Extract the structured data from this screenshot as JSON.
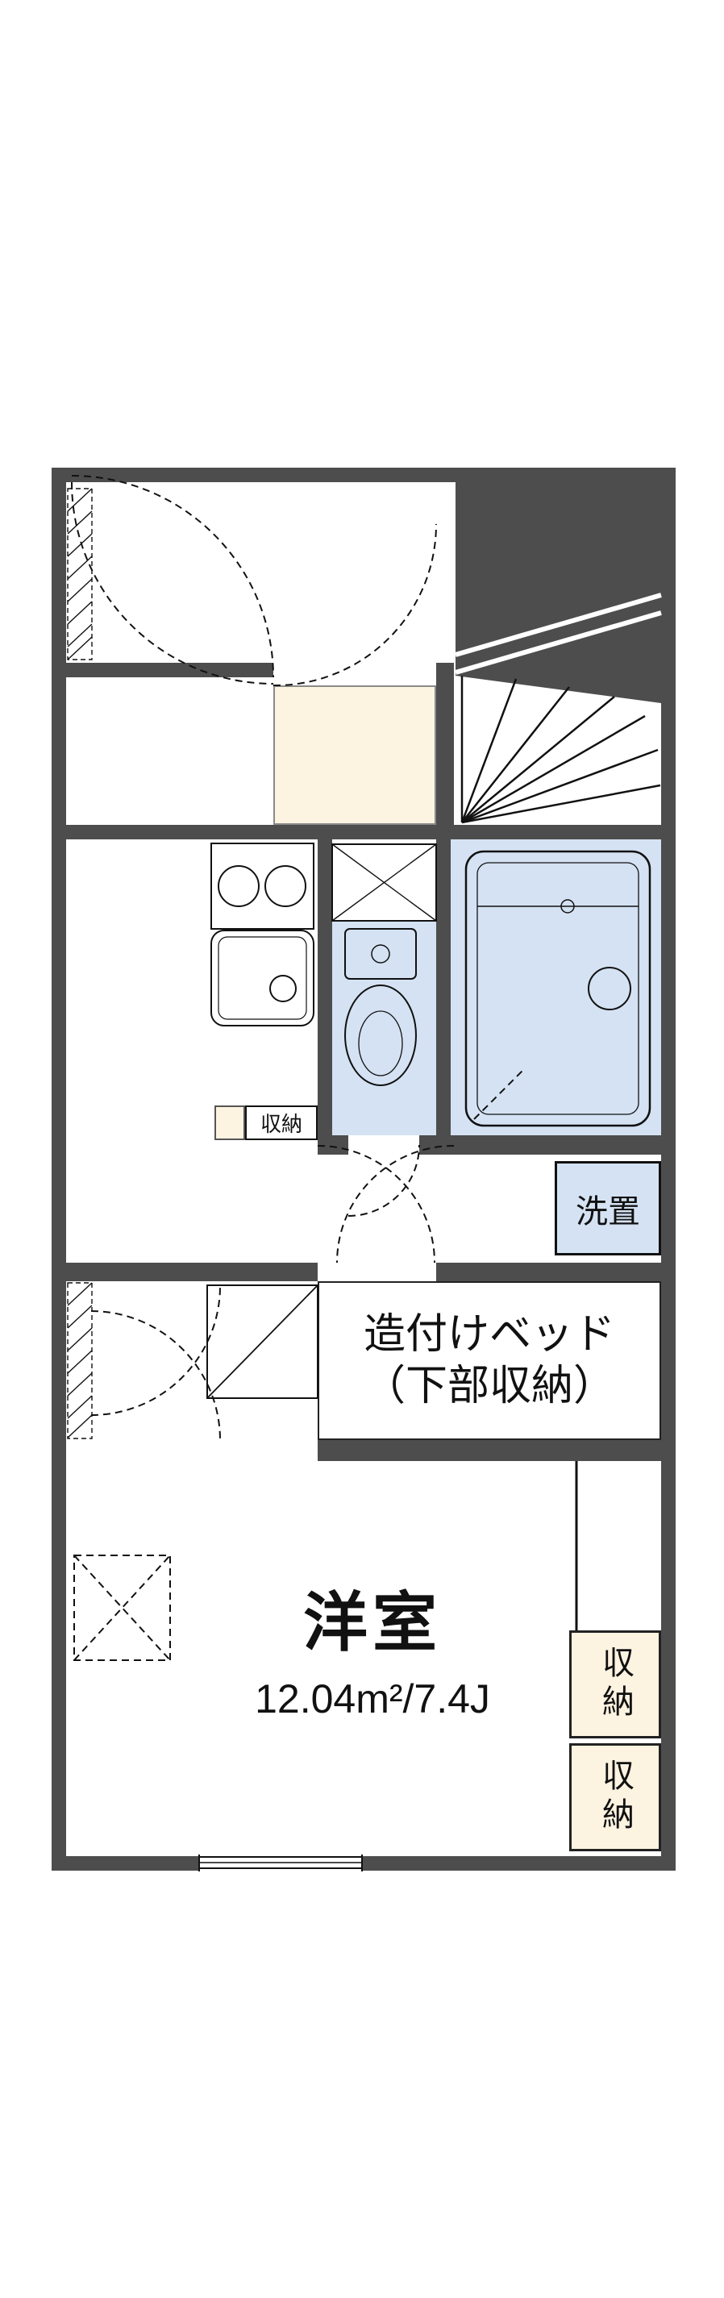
{
  "colors": {
    "wall": "#4d4d4d",
    "fixture": "#d4e2f3",
    "cream": "#fdf3e1",
    "ink": "#111111"
  },
  "plan": {
    "main_room": {
      "name": "洋室",
      "size": "12.04m²/7.4J"
    },
    "built_in_bed": {
      "line1": "造付けベッド",
      "line2": "（下部収納）"
    },
    "washer_space": {
      "label": "洗置"
    },
    "storage_hall": {
      "label": "収納"
    },
    "storage_right_top": {
      "label": "収納"
    },
    "storage_right_bottom": {
      "label": "収納"
    }
  }
}
